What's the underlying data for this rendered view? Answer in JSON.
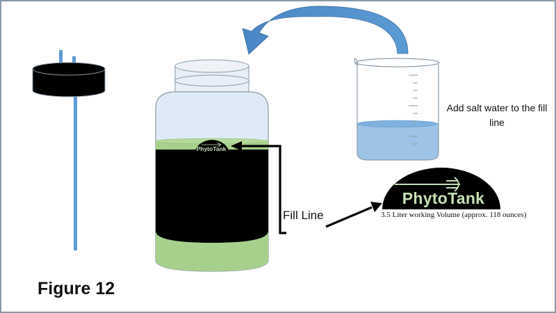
{
  "diagram": {
    "figure_label": "Figure 12",
    "instruction": "Add salt water to the fill line",
    "fill_line_label": "Fill Line",
    "logo_text": "PhytoTank",
    "volume_note": "3.5 Liter working Volume  (approx. 118 ounces)"
  },
  "colors": {
    "outline": "#8a9aa8",
    "black_fill": "#000000",
    "algae_green": "#a8d08d",
    "logo_green": "#c6e0b4",
    "water_blue": "#9dc3e6",
    "arrow_blue": "#5b9bd5",
    "glass_blue": "#deebf7",
    "tube_blue": "#5b9bd5"
  }
}
